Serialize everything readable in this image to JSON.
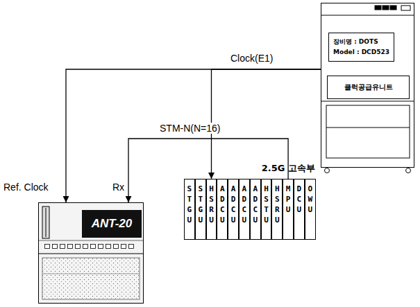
{
  "diagram": {
    "nodes": [
      {
        "text": [
          "장비명 : DOTS",
          "Model : DCD523"
        ]
      },
      {
        "text": [
          "클럭공급유니트"
        ],
        "in": 0
      },
      {
        "text": [
          "ANT-20"
        ]
      },
      {
        "text": [
          "2.5G 고속부"
        ]
      },
      {
        "text": [
          "STGU"
        ],
        "in": 3
      },
      {
        "text": [
          "STGU"
        ],
        "in": 3
      },
      {
        "text": [
          "HSRU"
        ],
        "in": 3
      },
      {
        "text": [
          "ADCU"
        ],
        "in": 3
      },
      {
        "text": [
          "ADCU"
        ],
        "in": 3
      },
      {
        "text": [
          "ADCU"
        ],
        "in": 3
      },
      {
        "text": [
          "ADCU"
        ],
        "in": 3
      },
      {
        "text": [
          "HSTU"
        ],
        "in": 3
      },
      {
        "text": [
          "HSRU"
        ],
        "in": 3
      },
      {
        "text": [
          "MPU"
        ],
        "in": 3
      },
      {
        "text": [
          "DCU"
        ],
        "in": 3
      },
      {
        "text": [
          "OWU"
        ],
        "in": 3
      }
    ],
    "edges": [
      {
        "from": 0,
        "to": 2,
        "arrow": "to",
        "label": "Clock(E1)"
      },
      {
        "from": 0,
        "to": 6,
        "arrow": "to"
      },
      {
        "from": 13,
        "to": 2,
        "arrow": "to",
        "label": "STM-N(N=16)"
      }
    ],
    "labels": [
      "Ref. Clock",
      "Rx"
    ]
  }
}
